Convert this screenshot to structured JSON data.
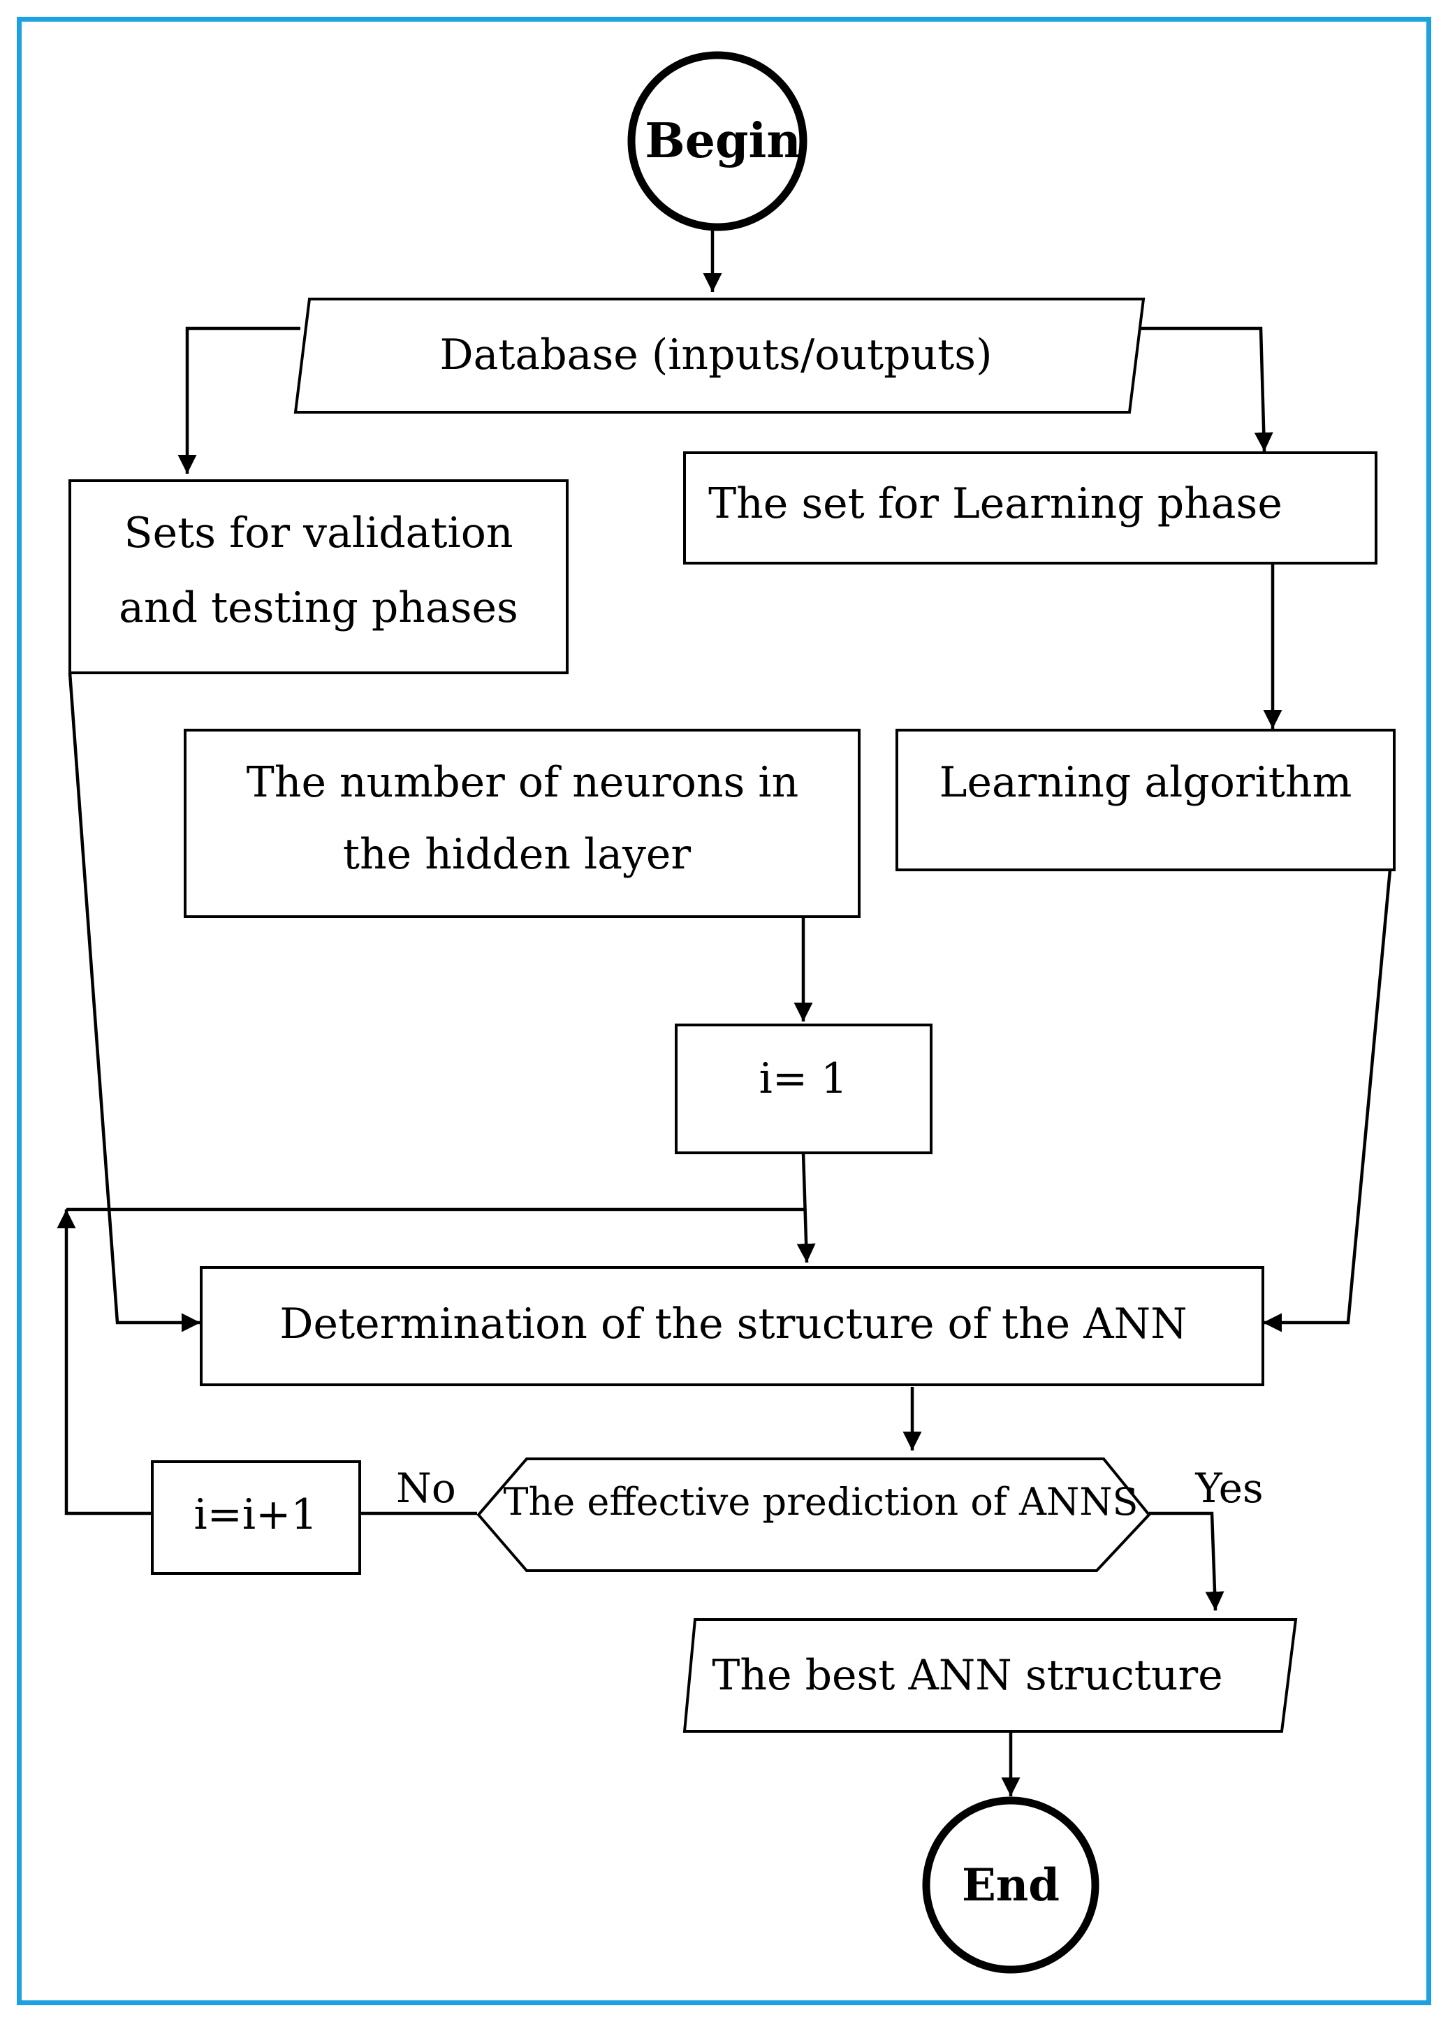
{
  "flowchart": {
    "begin": "Begin",
    "database": "Database (inputs/outputs)",
    "validation_sets": [
      "Sets for validation",
      "and testing phases"
    ],
    "learning_set": "The set for Learning phase",
    "neurons": [
      "The number of neurons in",
      "the hidden layer"
    ],
    "learning_algorithm": "Learning algorithm",
    "init_counter": "i= 1",
    "determination": "Determination of the structure of the ANN",
    "decision": "The effective prediction of ANNS",
    "increment": "i=i+1",
    "no_label": "No",
    "yes_label": "Yes",
    "best_structure": "The best ANN structure",
    "end": "End"
  },
  "colors": {
    "frame_border": "#1da1e0",
    "stroke": "#000000",
    "fill": "#ffffff"
  }
}
